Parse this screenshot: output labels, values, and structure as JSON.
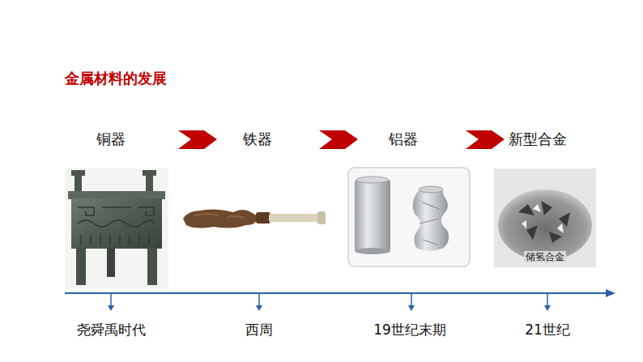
{
  "diagram": {
    "title": "金属材料的发展",
    "labels": [
      "铜器",
      "铁器",
      "铝器",
      "新型合金",
      "储氢合金",
      "尧舜禹时代",
      "西周",
      "19世纪末期",
      "21世纪"
    ]
  }
}
